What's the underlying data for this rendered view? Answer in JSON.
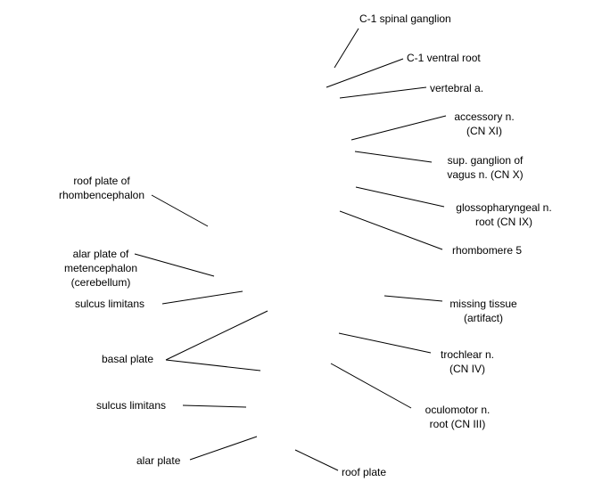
{
  "labels": {
    "c1_spinal_ganglion": "C-1 spinal ganglion",
    "c1_ventral_root": "C-1 ventral root",
    "vertebral_a": "vertebral a.",
    "accessory_n": [
      "accessory n.",
      "(CN XI)"
    ],
    "sup_ganglion_vagus": [
      "sup. ganglion of",
      "vagus n. (CN X)"
    ],
    "glossopharyngeal": [
      "glossopharyngeal n.",
      "root (CN IX)"
    ],
    "rhombomere_5": "rhombomere 5",
    "missing_tissue": [
      "missing tissue",
      "(artifact)"
    ],
    "trochlear_n": [
      "trochlear n.",
      "(CN IV)"
    ],
    "oculomotor_n": [
      "oculomotor n.",
      "root (CN III)"
    ],
    "roof_plate_bottom": "roof plate",
    "roof_plate_rhomb": [
      "roof plate of",
      "rhombencephalon"
    ],
    "alar_plate_metenc": [
      "alar plate of",
      "metencephalon",
      "(cerebellum)"
    ],
    "sulcus_limitans_upper": "sulcus limitans",
    "basal_plate": "basal plate",
    "sulcus_limitans_lower": "sulcus limitans",
    "alar_plate_lower": "alar plate"
  },
  "colors": {
    "line": "#000000",
    "text": "#000000",
    "background": "#ffffff"
  }
}
